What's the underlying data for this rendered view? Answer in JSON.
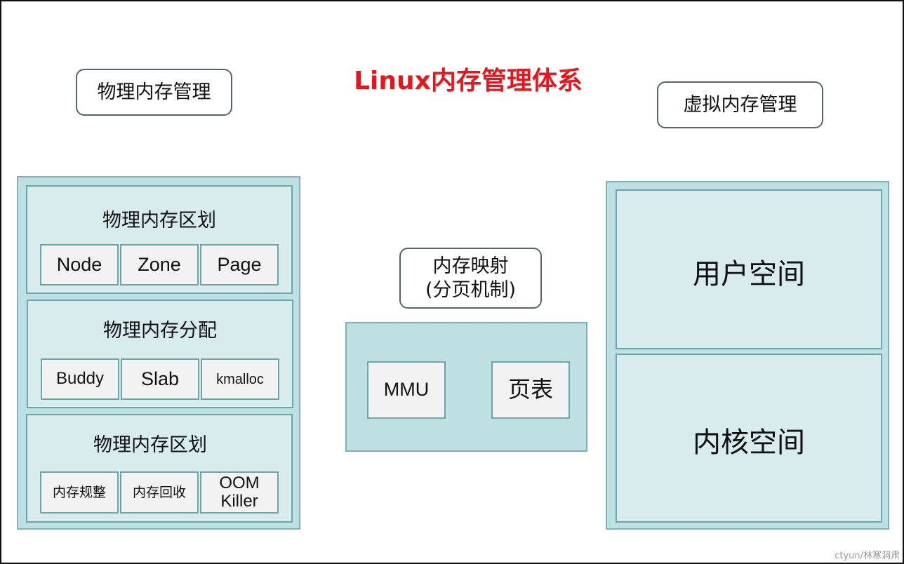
{
  "title": "Linux内存管理体系",
  "physical": {
    "header": "物理内存管理",
    "sections": [
      {
        "title": "物理内存区划",
        "items": [
          "Node",
          "Zone",
          "Page"
        ]
      },
      {
        "title": "物理内存分配",
        "items": [
          "Buddy",
          "Slab",
          "kmalloc"
        ]
      },
      {
        "title": "物理内存区划",
        "items": [
          "内存规整",
          "内存回收",
          "OOM\nKiller"
        ]
      }
    ]
  },
  "mapping": {
    "header_line1": "内存映射",
    "header_line2": "(分页机制)",
    "items": [
      "MMU",
      "页表"
    ]
  },
  "virtual": {
    "header": "虚拟内存管理",
    "sections": [
      "用户空间",
      "内核空间"
    ]
  },
  "watermark": "ctyun/林寒洞肃",
  "colors": {
    "title": "#e8161b",
    "outer_fill": "#bde0e2",
    "section_fill": "#d8ecee",
    "cell_fill": "#f2f2f2",
    "border": "#6aa6aa"
  }
}
